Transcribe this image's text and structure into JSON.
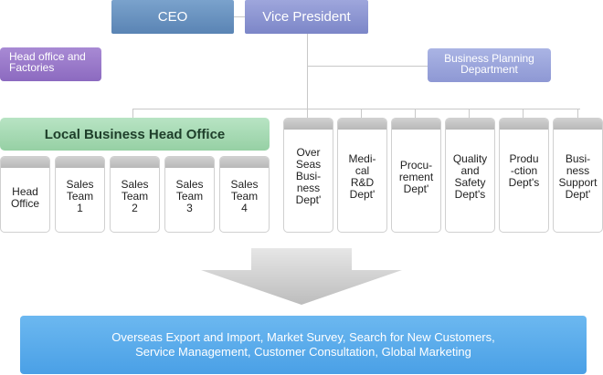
{
  "top": {
    "ceo": "CEO",
    "vice_president": "Vice President"
  },
  "side": {
    "head_office_factories": "Head office and\nFactories",
    "business_planning": "Business Planning\nDepartment"
  },
  "local_business_head_office": "Local Business Head Office",
  "local_units": [
    "Head\nOffice",
    "Sales\nTeam\n1",
    "Sales\nTeam\n2",
    "Sales\nTeam\n3",
    "Sales\nTeam\n4"
  ],
  "departments": [
    "Over\nSeas\nBusi-\nness\nDept'",
    "Medi-\ncal\nR&D\nDept'",
    "Procu-\nrement\nDept'",
    "Quality\nand\nSafety\nDept's",
    "Produ\n-ction\nDept's",
    "Busi-\nness\nSupport\nDept'"
  ],
  "bottom": {
    "line1": "Overseas Export and Import, Market Survey, Search for New Customers,",
    "line2": "Service Management, Customer Consultation, Global Marketing"
  },
  "colors": {
    "ceo": "#6b94c2",
    "vice_president": "#8d96d2",
    "head_office_factories": "#9a7aca",
    "business_planning": "#9ca6dc",
    "local_head_office": "#a8dab4",
    "unit_cap": "#c4c4c4",
    "bottom_banner": "#5aaceb"
  }
}
